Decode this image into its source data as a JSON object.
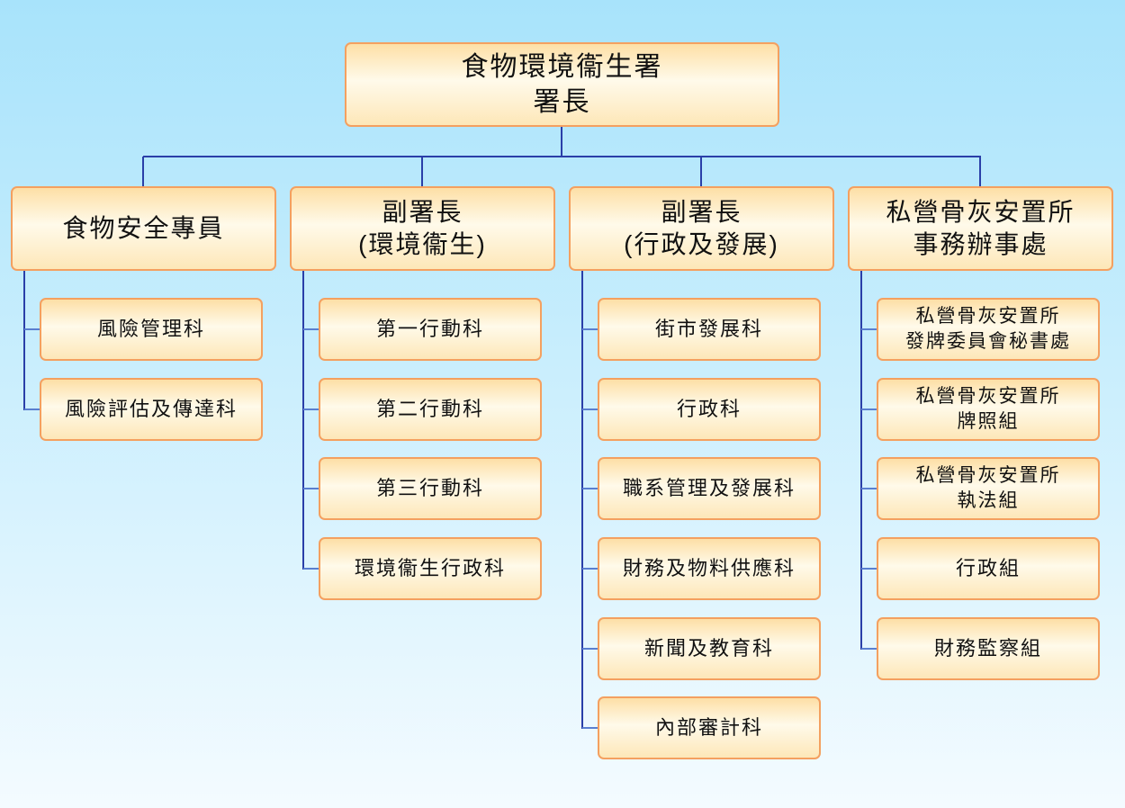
{
  "title": "食物環境衞生署\n署長",
  "colors": {
    "line": "#2a3fa8",
    "box_border": "#f4a060",
    "box_fill": "#fde7b8"
  },
  "divisions": [
    {
      "label": "食物安全專員",
      "children": [
        "風險管理科",
        "風險評估及傳達科"
      ]
    },
    {
      "label": "副署長\n(環境衞生)",
      "children": [
        "第一行動科",
        "第二行動科",
        "第三行動科",
        "環境衞生行政科"
      ]
    },
    {
      "label": "副署長\n(行政及發展)",
      "children": [
        "街市發展科",
        "行政科",
        "職系管理及發展科",
        "財務及物料供應科",
        "新聞及教育科",
        "內部審計科"
      ]
    },
    {
      "label": "私營骨灰安置所\n事務辦事處",
      "children": [
        "私營骨灰安置所\n發牌委員會秘書處",
        "私營骨灰安置所\n牌照組",
        "私營骨灰安置所\n執法組",
        "行政組",
        "財務監察組"
      ]
    }
  ]
}
